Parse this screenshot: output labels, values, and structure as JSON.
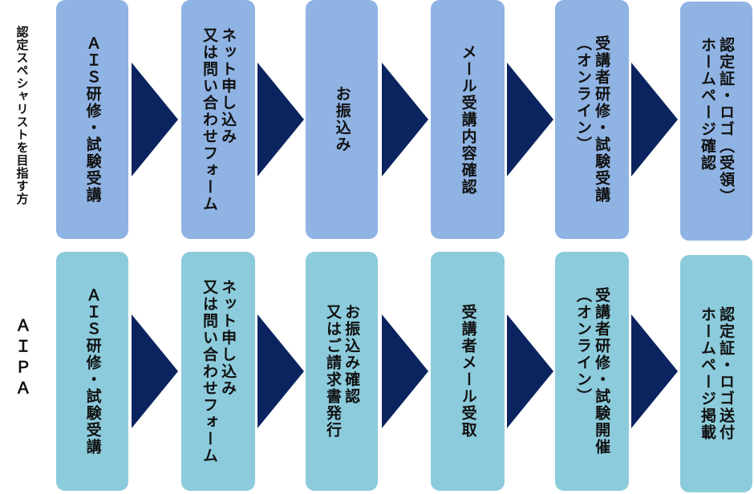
{
  "labels": {
    "row1": "認定スペシャリストを目指す方",
    "row2": "ＡＩＰＡ"
  },
  "row1": [
    "ＡＩＳ研修・試験受講",
    "ネット申し込み\n又は問い合わせフォーム",
    "お振込み",
    "メール受講内容確認",
    "受講者研修・試験受講\n（オンライン）",
    "認定証・ロゴ（受領）\nホームページ確認"
  ],
  "row2": [
    "ＡＩＳ研修・試験受講",
    "ネット申し込み\n又は問い合わせフォーム",
    "お振込み確認\n又はご請求書発行",
    "受講者メール受取",
    "受講者研修・試験開催\n（オンライン）",
    "認定証・ロゴ送付\nホームページ掲載"
  ],
  "colors": {
    "row1_box": "#8fb3e3",
    "row2_box": "#8ccbdc",
    "arrow": "#0b2460"
  }
}
